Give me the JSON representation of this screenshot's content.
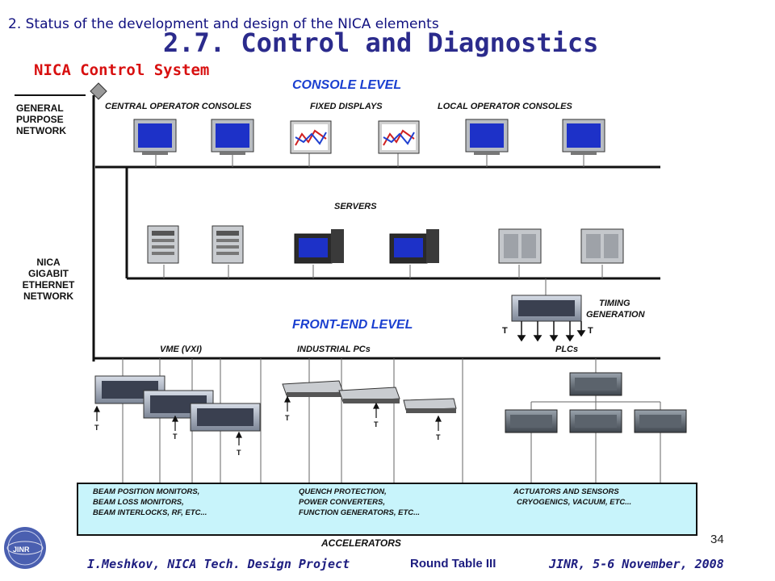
{
  "header": "2. Status of the development and design of the NICA elements",
  "title": "2.7. Control and Diagnostics",
  "subtitle": "NICA Control System",
  "levels": {
    "console": "CONSOLE LEVEL",
    "front_end": "FRONT-END LEVEL"
  },
  "networks": {
    "general": [
      "GENERAL",
      "PURPOSE",
      "NETWORK"
    ],
    "gigabit": [
      "NICA",
      "GIGABIT",
      "ETHERNET",
      "NETWORK"
    ]
  },
  "console_groups": {
    "central": "CENTRAL OPERATOR CONSOLES",
    "fixed": "FIXED DISPLAYS",
    "local": "LOCAL OPERATOR CONSOLES"
  },
  "servers_label": "SERVERS",
  "timing": [
    "TIMING",
    "GENERATION"
  ],
  "frontend_groups": {
    "vme": "VME (VXI)",
    "ipc": "INDUSTRIAL PCs",
    "plc": "PLCs"
  },
  "t_marker": "T",
  "bottom": {
    "col1": [
      "BEAM POSITION MONITORS,",
      "BEAM LOSS MONITORS,",
      "BEAM INTERLOCKS, RF, ETC..."
    ],
    "col2": [
      "QUENCH PROTECTION,",
      "POWER CONVERTERS,",
      "FUNCTION GENERATORS, ETC..."
    ],
    "col3": [
      "ACTUATORS AND SENSORS",
      "CRYOGENICS, VACUUM, ETC..."
    ]
  },
  "accelerators": "ACCELERATORS",
  "logo_text": "JINR",
  "footer": {
    "left": "I.Meshkov, NICA Tech. Design Project",
    "mid": "Round Table III",
    "right": "JINR, 5-6 November, 2008"
  },
  "page_number": "34",
  "colors": {
    "title": "#2b2b8c",
    "subtitle": "#d81010",
    "level": "#1a3fd0",
    "bottom_box": "#c8f4fb"
  }
}
